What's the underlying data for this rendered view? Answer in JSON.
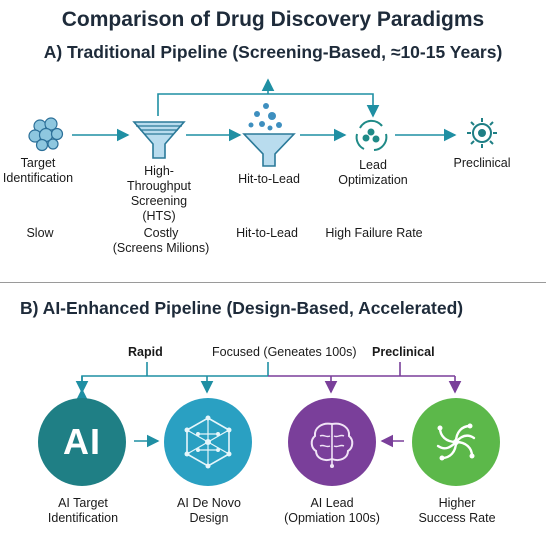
{
  "title": "Comparison of Drug Discovery Paradigms",
  "section_a": {
    "heading": "A) Traditional Pipeline (Screening-Based, ≈10-15 Years)",
    "stages": [
      {
        "label": "Target\nIdentification",
        "icon": "cell-cluster-icon",
        "note": "Slow"
      },
      {
        "label": "High-\nThroughput\nScreening\n(HTS)",
        "icon": "funnel-icon",
        "note": "Costly\n(Screens Milions)"
      },
      {
        "label": "Hit-to-Lead",
        "icon": "funnel-with-bubbles-icon",
        "note": "Hit-to-Lead"
      },
      {
        "label": "Lead\nOptimization",
        "icon": "recycle-molecule-icon",
        "note": "High Failure Rate"
      },
      {
        "label": "Preclinical",
        "icon": "virus-target-icon",
        "note": ""
      }
    ]
  },
  "section_b": {
    "heading": "B) AI-Enhanced Pipeline (Design-Based, Accelerated)",
    "top_labels": {
      "rapid": "Rapid",
      "focused": "Focused (Geneates 100s)",
      "preclinical": "Preclinical"
    },
    "stages": [
      {
        "label": "AI Target\nIdentification",
        "icon": "ai-text-icon",
        "icon_text": "AI",
        "color": "#1f7f85"
      },
      {
        "label": "AI De Novo\nDesign",
        "icon": "molecule-network-icon",
        "color": "#2aa0c2"
      },
      {
        "label": "AI Lead\n(Opmiation 100s)",
        "icon": "brain-circuit-icon",
        "color": "#7a3f9a"
      },
      {
        "label": "Higher\nSuccess Rate",
        "icon": "swirl-molecule-icon",
        "color": "#5cb84a"
      }
    ]
  },
  "colors": {
    "teal": "#1f8fa3",
    "purple": "#7a3f9a",
    "green": "#5cb84a",
    "title": "#1e2b3a"
  }
}
